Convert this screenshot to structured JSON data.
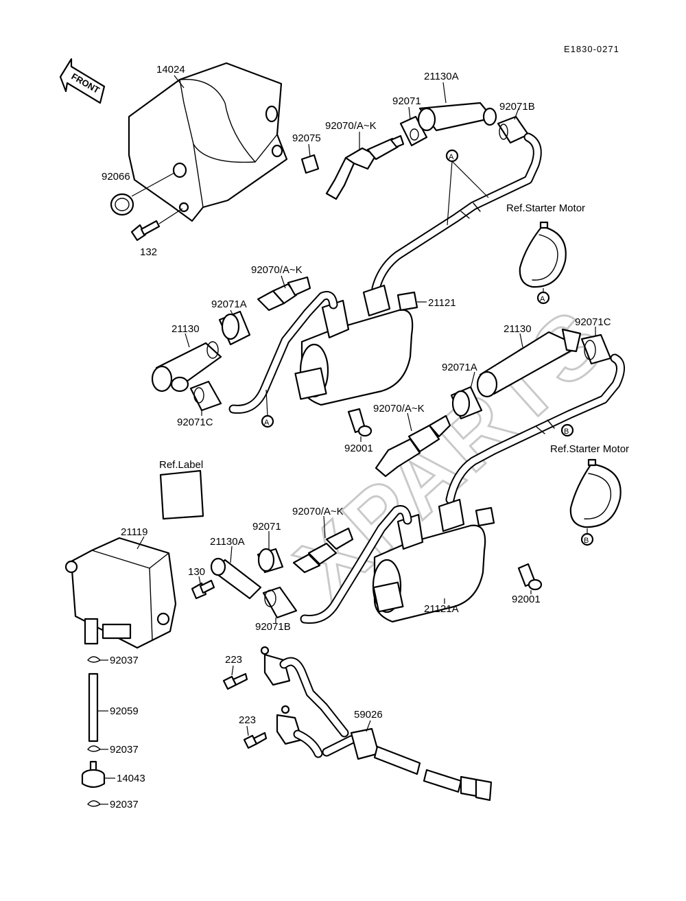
{
  "diagram": {
    "code": "E1830-0271",
    "front_label": "FRONT",
    "watermark": "XPARTS",
    "ref_starter_motor": "Ref.Starter Motor",
    "ref_label": "Ref.Label",
    "marker_a": "A",
    "marker_b": "B"
  },
  "labels": {
    "p14024": "14024",
    "p92066": "92066",
    "p132": "132",
    "p92075": "92075",
    "p92070_top": "92070/A~K",
    "p92071_top": "92071",
    "p21130A_top": "21130A",
    "p92071B_top": "92071B",
    "p92070_mid": "92070/A~K",
    "p92071A_left": "92071A",
    "p21130_left": "21130",
    "p92071C_left": "92071C",
    "p21121": "21121",
    "p92001_mid": "92001",
    "p21130_right": "21130",
    "p92071C_right": "92071C",
    "p92071A_right": "92071A",
    "p92070_right": "92070/A~K",
    "p21119": "21119",
    "p130": "130",
    "p21130A_low": "21130A",
    "p92071_low": "92071",
    "p92070_low": "92070/A~K",
    "p92071B_low": "92071B",
    "p21121A": "21121A",
    "p92001_low": "92001",
    "p92037_a": "92037",
    "p92059": "92059",
    "p92037_b": "92037",
    "p14043": "14043",
    "p92037_c": "92037",
    "p223_a": "223",
    "p223_b": "223",
    "p59026": "59026"
  }
}
